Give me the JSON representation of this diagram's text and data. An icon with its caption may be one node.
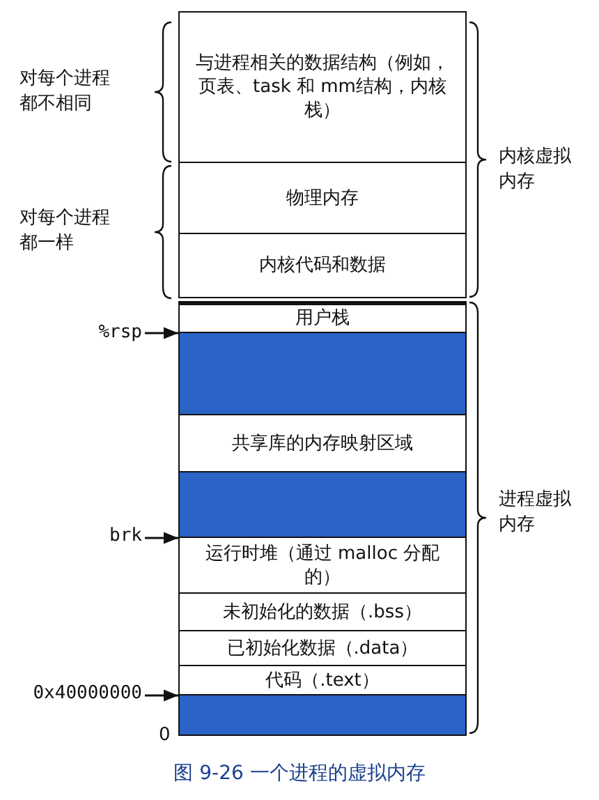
{
  "diagram": {
    "caption": "图 9-26 一个进程的虚拟内存",
    "nodes": [
      {
        "text": [
          "与进程相关的数据结构（例如，页表、task 和 mm结构，内核栈）"
        ]
      },
      {
        "text": [
          "物理内存"
        ]
      },
      {
        "text": [
          "内核代码和数据"
        ]
      },
      {
        "text": [
          "用户栈"
        ]
      },
      {
        "text": [],
        "shape": "box"
      },
      {
        "text": [
          "共享库的内存映射区域"
        ]
      },
      {
        "text": [],
        "shape": "box"
      },
      {
        "text": [
          "运行时堆（通过 malloc 分配的）"
        ]
      },
      {
        "text": [
          "未初始化的数据（.bss）"
        ]
      },
      {
        "text": [
          "已初始化数据（.data）"
        ]
      },
      {
        "text": [
          "代码（.text）"
        ]
      },
      {
        "text": [],
        "shape": "box"
      },
      {
        "text": [
          "%rsp"
        ]
      },
      {
        "text": [
          "brk"
        ]
      },
      {
        "text": [
          "0x40000000"
        ]
      }
    ],
    "edges": [
      {
        "from": 12,
        "to": 4,
        "arrow": "to"
      },
      {
        "from": 13,
        "to": 7,
        "arrow": "to"
      },
      {
        "from": 14,
        "to": 11,
        "arrow": "to"
      }
    ],
    "labels": [
      "对每个进程都不相同",
      "对每个进程都一样",
      "内核虚拟内存",
      "进程虚拟内存",
      "0"
    ]
  }
}
